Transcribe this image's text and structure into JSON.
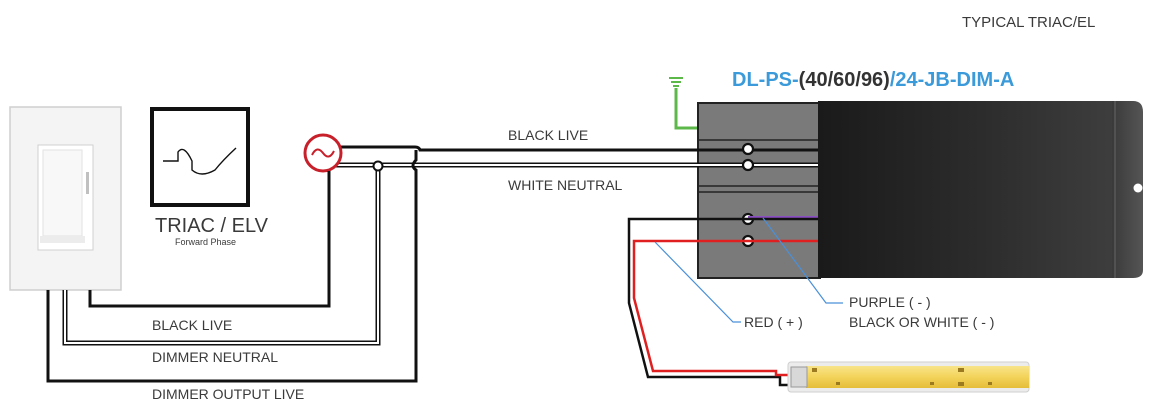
{
  "header": {
    "text": "TYPICAL TRIAC/EL"
  },
  "model": {
    "prefix": "DL-PS-",
    "options": "(40/60/96)",
    "suffix": "/24-JB-DIM-A"
  },
  "dimmer": {
    "type_label": "TRIAC / ELV",
    "phase_label": "Forward Phase"
  },
  "wires": {
    "black_live_top": "BLACK LIVE",
    "white_neutral": "WHITE NEUTRAL",
    "black_live_bottom": "BLACK LIVE",
    "dimmer_neutral": "DIMMER NEUTRAL",
    "dimmer_output_live": "DIMMER OUTPUT LIVE",
    "purple": "PURPLE ( - )",
    "black_or_white": "BLACK OR WHITE ( - )",
    "red": "RED ( + )"
  },
  "colors": {
    "model_blue": "#3b9ad9",
    "ground_green": "#5cb848",
    "red_wire": "#e02020",
    "purple_wire": "#8a4fc0",
    "ac_red": "#c8202a",
    "blue_leader": "#4a90d9",
    "led_yellow": "#f3d35a"
  }
}
